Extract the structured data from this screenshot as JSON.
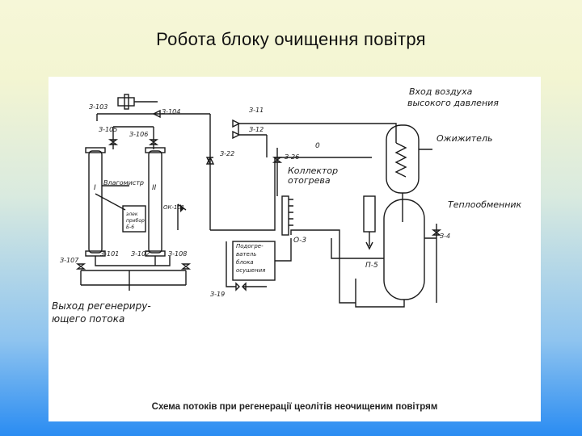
{
  "slide": {
    "title": "Робота блоку очищення повітря"
  },
  "figure": {
    "caption": "Схема потоків при регенерації цеолітів неочищеним повітрям",
    "labels": {
      "air_inlet_1": "Вход воздуха",
      "air_inlet_2": "высокого давления",
      "liquefier": "Ожижитель",
      "heat_exchanger": "Теплообменник",
      "collector_1": "Коллектор",
      "collector_2": "отогрева",
      "regen_out_1": "Выход регенериру-",
      "regen_out_2": "ющего потока",
      "preheater": [
        "Подогре-",
        "ватель",
        "блока",
        "осушения"
      ],
      "valve_103": "З-103",
      "valve_104": "З-104",
      "valve_105": "З-105",
      "valve_106": "З-106",
      "valve_11": "З-11",
      "valve_12": "З-12",
      "valve_22": "З-22",
      "valve_26": "З-26",
      "valve_101": "З-101",
      "valve_102": "З-102",
      "valve_107": "З-107",
      "valve_108": "З-108",
      "valve_19": "З-19",
      "valve_4": "З-4",
      "ok": "ОК-101",
      "o3": "О-3",
      "p5": "П-5",
      "moisture": "Влагомистр",
      "i": "I",
      "ii": "II",
      "analyzer": [
        "элек",
        "прибор",
        "Б-6"
      ],
      "zero": "0"
    }
  }
}
